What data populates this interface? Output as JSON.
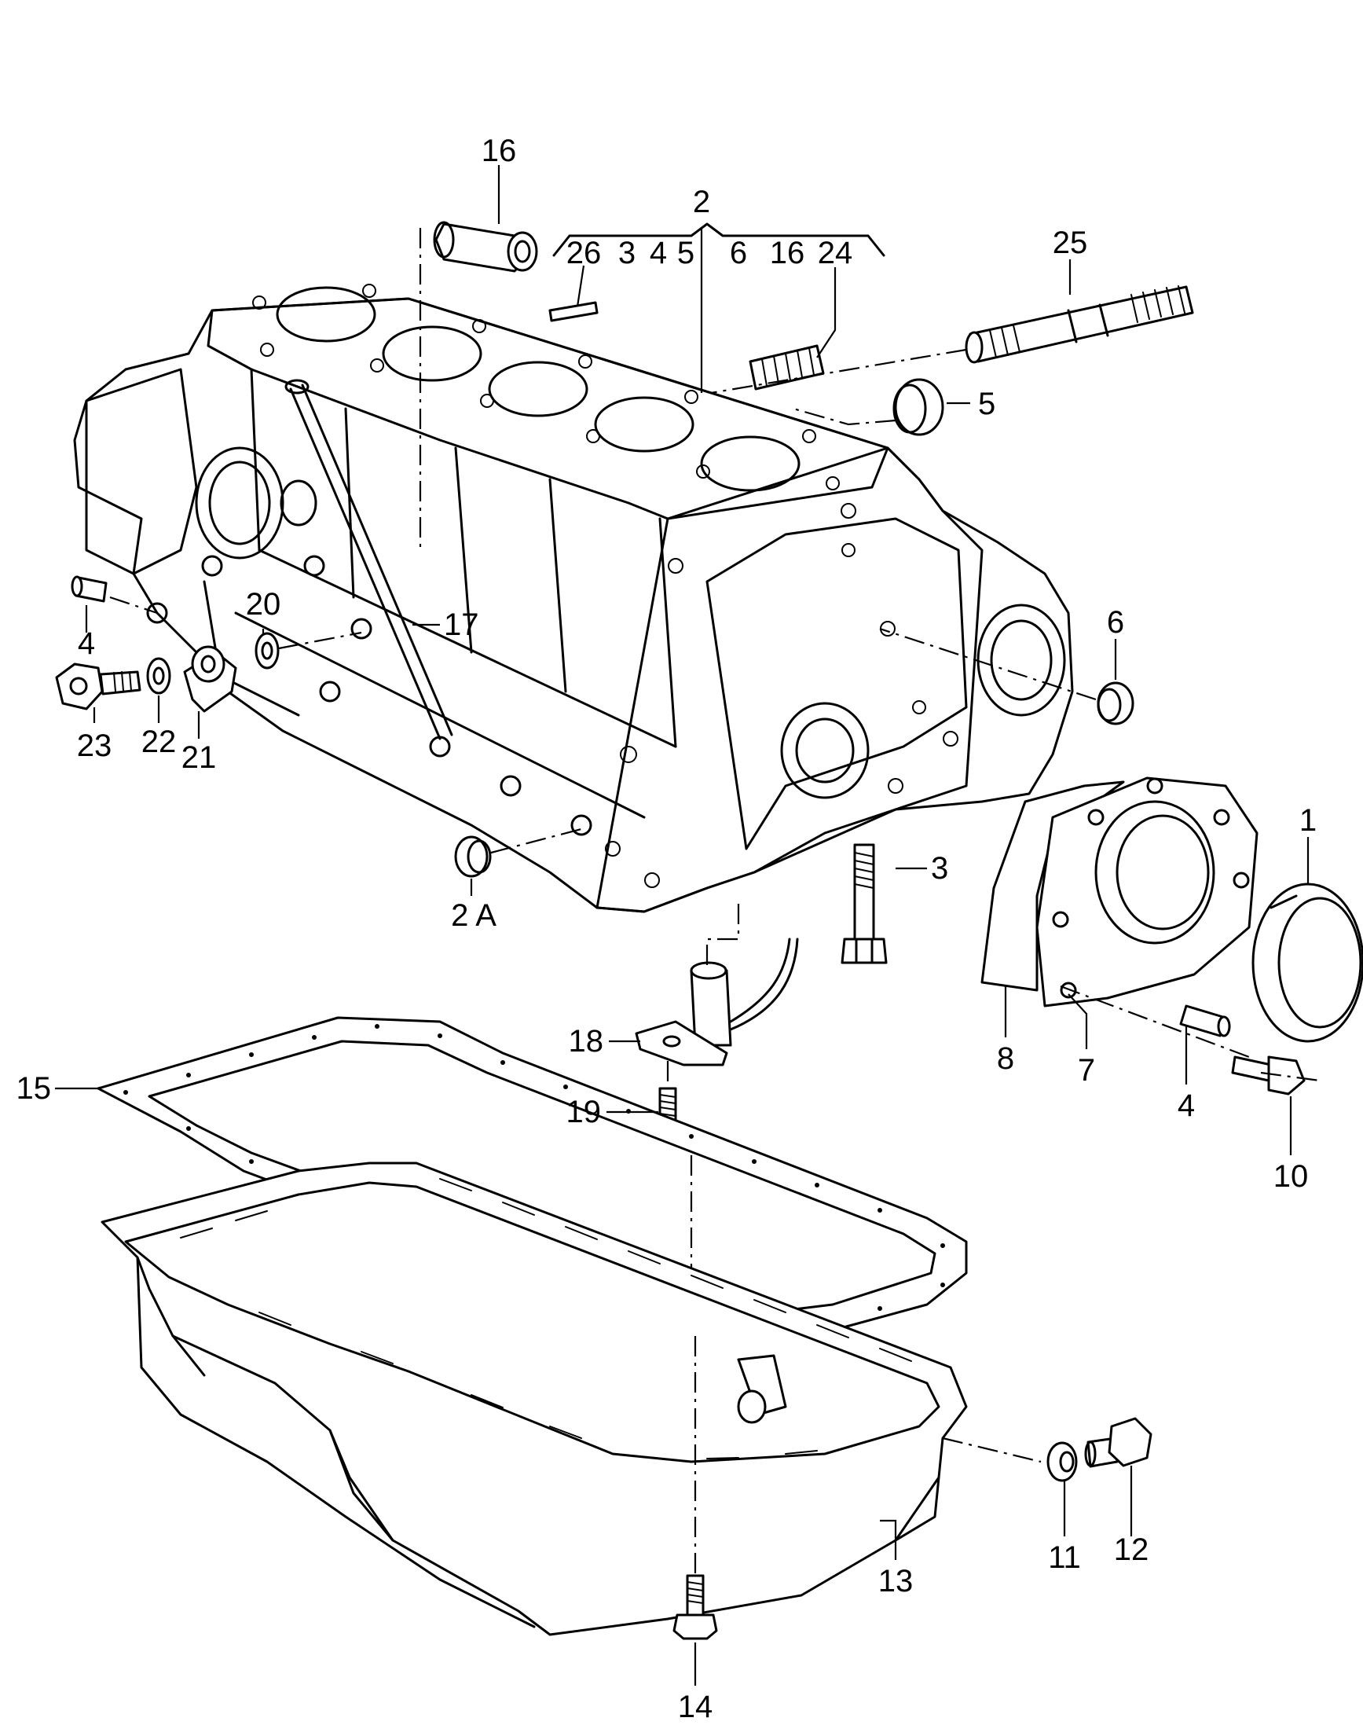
{
  "callouts": {
    "c1": "1",
    "c2": "2",
    "c2a": "2 A",
    "c3": "3",
    "c4a": "4",
    "c4b": "4",
    "c5": "5",
    "c6": "6",
    "c7": "7",
    "c8": "8",
    "c10": "10",
    "c11": "11",
    "c12": "12",
    "c13": "13",
    "c14": "14",
    "c15": "15",
    "c16": "16",
    "c17": "17",
    "c18": "18",
    "c19": "19",
    "c20": "20",
    "c21": "21",
    "c22": "22",
    "c23": "23",
    "c25": "25"
  },
  "bracket_items": [
    "26",
    "3",
    "4",
    "5",
    "6",
    "16",
    "24"
  ]
}
